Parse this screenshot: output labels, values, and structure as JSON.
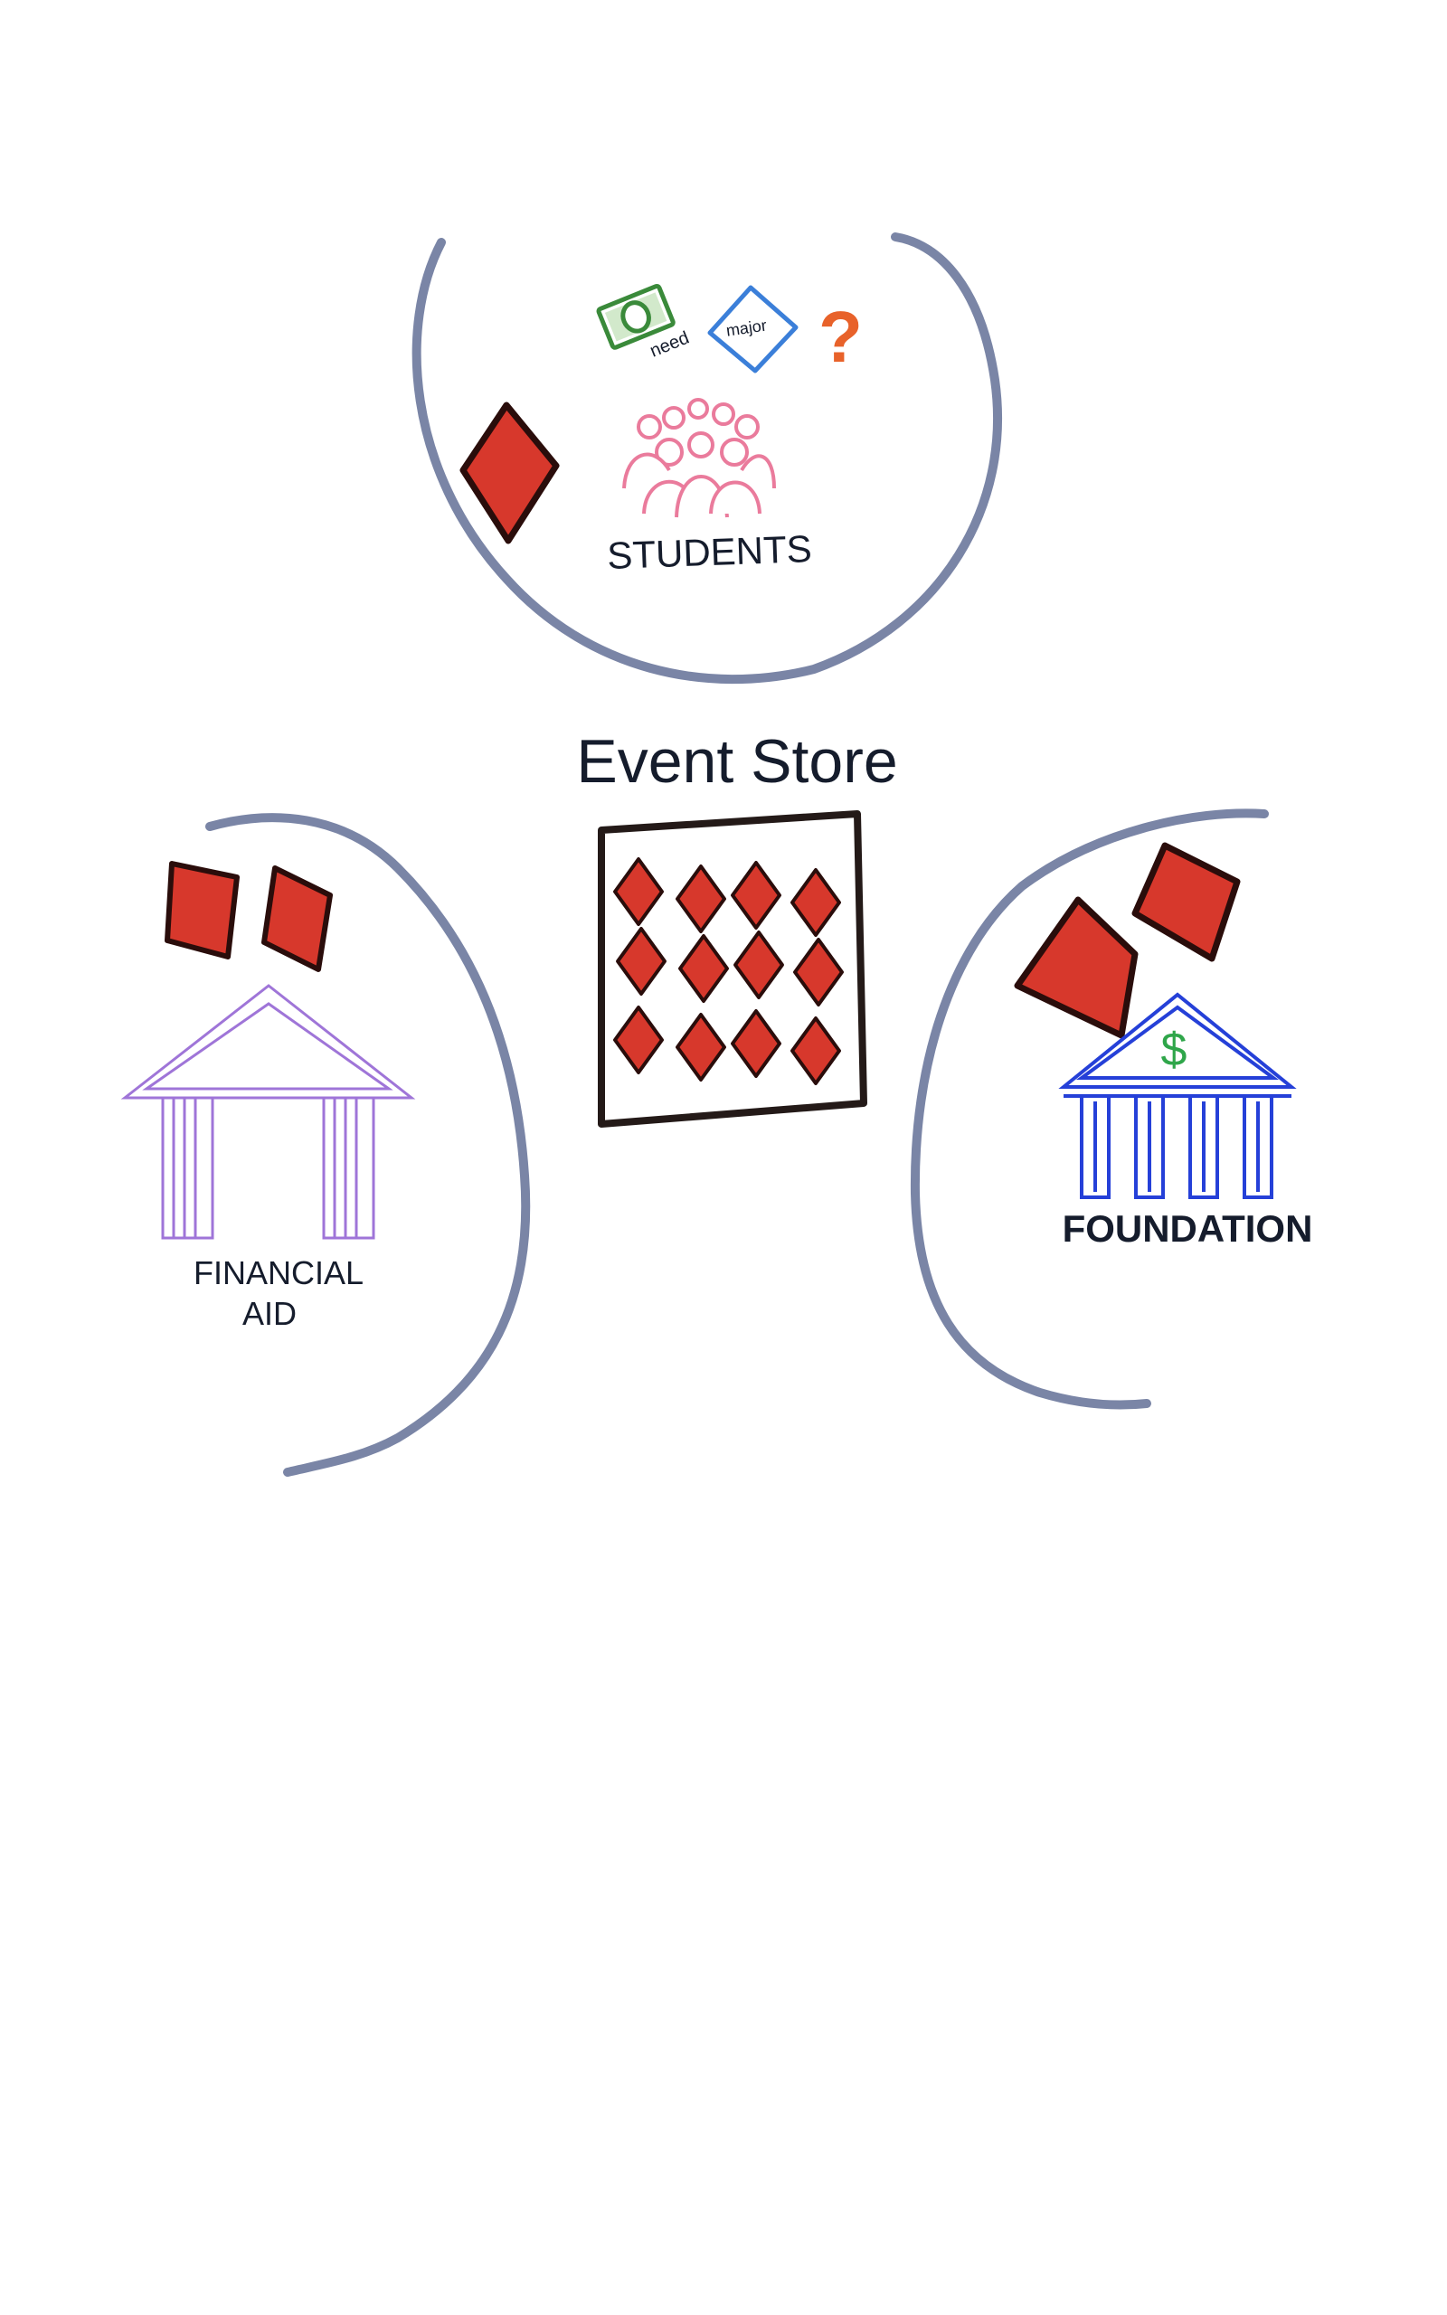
{
  "title": "Event Store",
  "colors": {
    "background": "#ffffff",
    "boundary": "#7a85a6",
    "event": "#d7382c",
    "event_outline": "#2a0d0b",
    "store_border": "#241a18",
    "students": "#ea7b9c",
    "financial_aid": "#9f75d8",
    "foundation": "#2540d8",
    "dollar": "#2fa64a",
    "need_icon": "#3a8a3a",
    "major_icon": "#3b7fd9",
    "question": "#e8622a",
    "text": "#151c2c"
  },
  "students": {
    "label": "STUDENTS",
    "need_label": "need",
    "major_label": "major",
    "question_mark": "?",
    "icons": [
      "money-icon",
      "diamond-tag-icon",
      "question-icon",
      "people-icon"
    ]
  },
  "financial_aid": {
    "label_line1": "FINANCIAL",
    "label_line2": "AID",
    "icon": "building-icon"
  },
  "foundation": {
    "label": "FOUNDATION",
    "dollar_symbol": "$",
    "icon": "bank-icon"
  }
}
